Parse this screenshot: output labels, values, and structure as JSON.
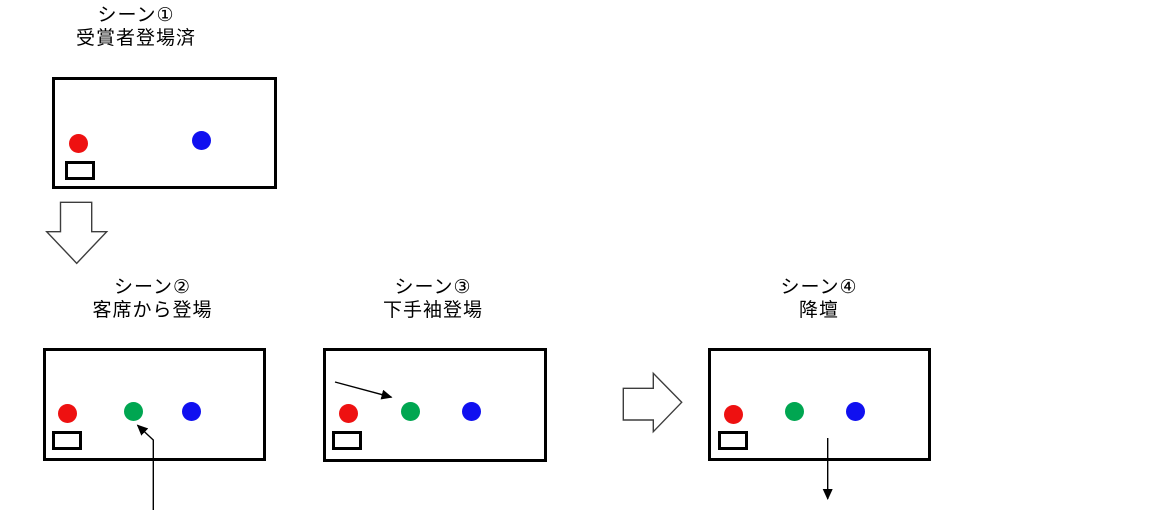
{
  "diagram": {
    "colors": {
      "bg": "#ffffff",
      "ink": "#000000",
      "outline": "#3d3d3d",
      "red": "#ee1111",
      "green": "#00a651",
      "blue": "#1010f0"
    },
    "scenes": [
      {
        "title": "シーン①",
        "subtitle": "受賞者登場済",
        "people": [
          "red",
          "blue"
        ],
        "props": [
          "podium"
        ]
      },
      {
        "title": "シーン②",
        "subtitle": "客席から登場",
        "people": [
          "red",
          "green",
          "blue"
        ],
        "props": [
          "podium"
        ],
        "movement": "arrow-from-audience-below-to-green"
      },
      {
        "title": "シーン③",
        "subtitle": "下手袖登場",
        "people": [
          "red",
          "green",
          "blue"
        ],
        "props": [
          "podium"
        ],
        "movement": "arrow-from-left-wing-to-green"
      },
      {
        "title": "シーン④",
        "subtitle": "降壇",
        "people": [
          "red",
          "green",
          "blue"
        ],
        "props": [
          "podium"
        ],
        "movement": "arrow-exit-downstage"
      }
    ],
    "connectors": [
      {
        "from": "scene-1",
        "to": "scene-2",
        "shape": "hollow-down-arrow"
      },
      {
        "from": "scene-3",
        "to": "scene-4",
        "shape": "hollow-right-arrow"
      }
    ]
  }
}
